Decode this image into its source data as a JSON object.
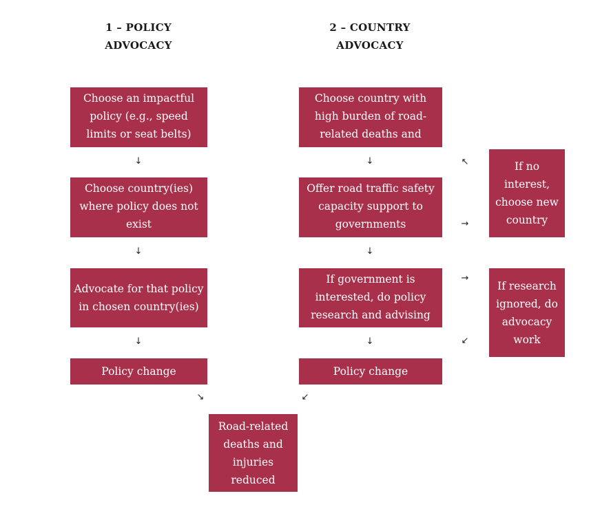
{
  "headings": {
    "policy": "1 – POLICY ADVOCACY",
    "country": "2 – COUNTRY ADVOCACY"
  },
  "policy_column": [
    "Choose an impactful policy (e.g., speed limits or seat belts)",
    "Choose country(ies) where policy does not exist",
    "Advocate for that policy in chosen country(ies)",
    "Policy change"
  ],
  "country_column": [
    "Choose country with high burden of road-related deaths and injuries",
    "Offer road traffic safety capacity support to governments",
    "If government is interested, do policy research and advising",
    "Policy change"
  ],
  "side_boxes": {
    "no_interest": "If no interest, choose new country",
    "research_ignored": "If research ignored, do advocacy work"
  },
  "outcome": "Road-related deaths and injuries reduced",
  "arrows": {
    "down": "↓",
    "right": "→",
    "up_left": "↖",
    "down_left": "↙",
    "down_right": "↘"
  },
  "colors": {
    "box_fill": "#a8304a",
    "box_text": "#ffffff"
  }
}
